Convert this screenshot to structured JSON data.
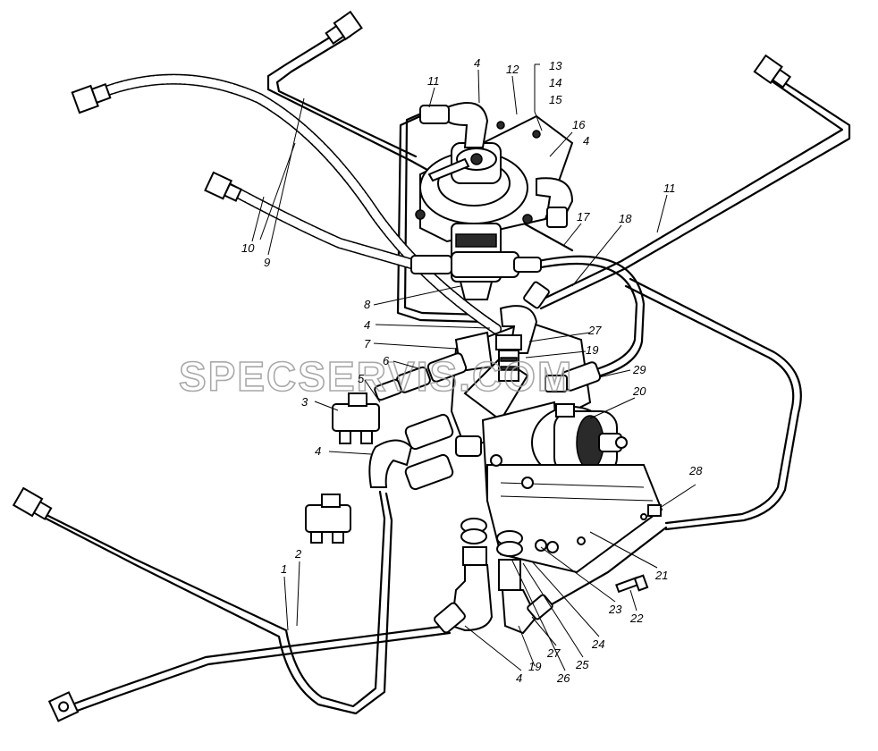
{
  "watermark": "SPECSERVIS.COM",
  "callouts": [
    "1",
    "2",
    "3",
    "4",
    "5",
    "6",
    "7",
    "8",
    "9",
    "10",
    "11",
    "12",
    "13",
    "14",
    "15",
    "16",
    "17",
    "18",
    "19",
    "20",
    "21",
    "22",
    "23",
    "24",
    "25",
    "26",
    "27",
    "28",
    "29"
  ]
}
